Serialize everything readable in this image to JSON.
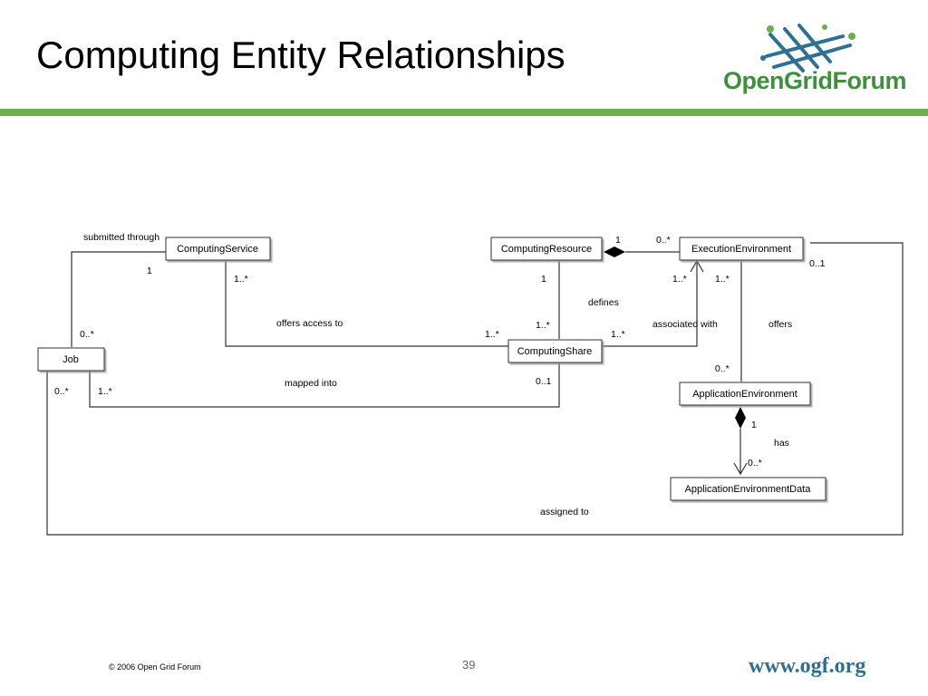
{
  "slide": {
    "title": "Computing Entity Relationships",
    "logo_text": "OpenGridForum",
    "footer_copyright": "© 2006 Open Grid Forum",
    "page_number": "39",
    "footer_url": "www.ogf.org"
  },
  "colors": {
    "accent_green": "#6ab04c",
    "logo_green": "#3f8f3c",
    "logo_blue": "#2e6f93",
    "diagram_line": "#333333"
  },
  "entities": {
    "computing_service": "ComputingService",
    "computing_resource": "ComputingResource",
    "execution_environment": "ExecutionEnvironment",
    "job": "Job",
    "computing_share": "ComputingShare",
    "application_environment": "ApplicationEnvironment",
    "application_environment_data": "ApplicationEnvironmentData"
  },
  "associations": {
    "submitted_through": "submitted through",
    "offers_access_to": "offers access to",
    "mapped_into": "mapped into",
    "defines": "defines",
    "associated_with": "associated with",
    "offers": "offers",
    "has": "has",
    "assigned_to": "assigned to"
  },
  "multiplicities": {
    "submitted_service_end": "1",
    "submitted_job_end": "0..*",
    "offers_access_service_end": "1..*",
    "offers_access_share_end": "1..*",
    "mapped_job_end": "1..*",
    "mapped_share_end": "0..1",
    "defines_resource_end": "1",
    "defines_share_end": "1..*",
    "resource_exec_resource_end": "1",
    "resource_exec_exec_end": "0..*",
    "associated_exec_end": "1..*",
    "associated_share_end": "1..*",
    "offers_exec_end": "1..*",
    "offers_appenv_end": "0..*",
    "has_appenv_end": "1",
    "has_data_end": "0..*",
    "assigned_job_end": "0..*",
    "assigned_exec_end": "0..1"
  }
}
